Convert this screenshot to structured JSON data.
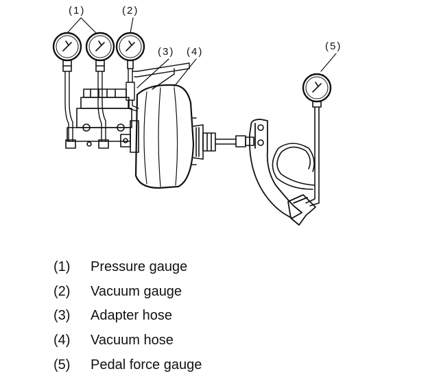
{
  "callouts": {
    "c1": "(1)",
    "c2": "(2)",
    "c3": "(3)",
    "c4": "(4)",
    "c5": "(5)"
  },
  "legend": [
    {
      "num": "(1)",
      "label": "Pressure gauge"
    },
    {
      "num": "(2)",
      "label": "Vacuum gauge"
    },
    {
      "num": "(3)",
      "label": "Adapter hose"
    },
    {
      "num": "(4)",
      "label": "Vacuum hose"
    },
    {
      "num": "(5)",
      "label": "Pedal force gauge"
    }
  ]
}
